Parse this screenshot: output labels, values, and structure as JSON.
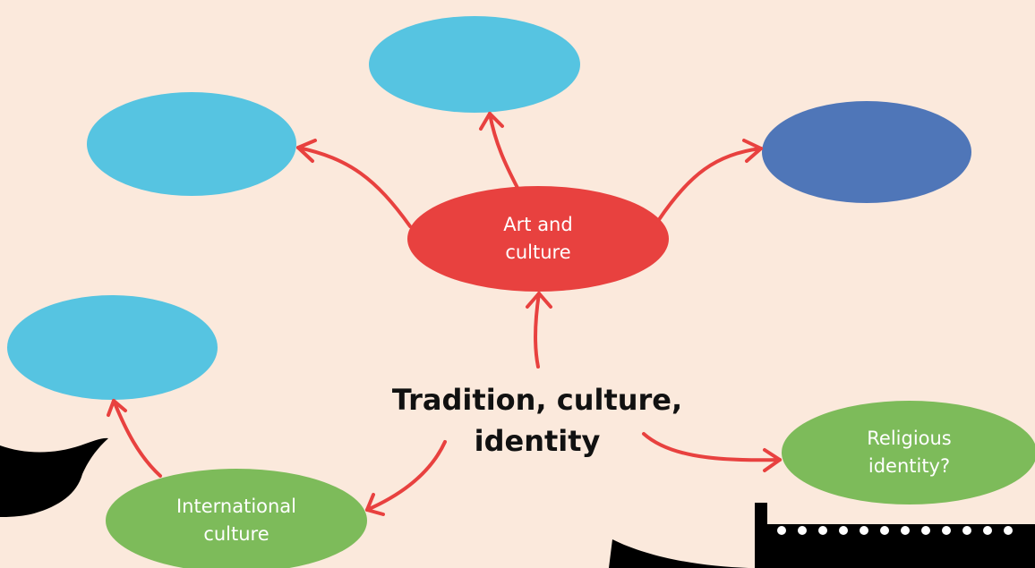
{
  "diagram": {
    "center_label": "Tradition, culture,\nidentity",
    "nodes": [
      {
        "id": "art-and-culture",
        "label": "Art and\nculture",
        "color": "#e8413f"
      },
      {
        "id": "top-center",
        "label": "",
        "color": "#56c4e1"
      },
      {
        "id": "top-left",
        "label": "",
        "color": "#56c4e1"
      },
      {
        "id": "top-right",
        "label": "",
        "color": "#4f76b8"
      },
      {
        "id": "left",
        "label": "",
        "color": "#56c4e1"
      },
      {
        "id": "international-culture",
        "label": "International\nculture",
        "color": "#7dbb5a"
      },
      {
        "id": "religious-identity",
        "label": "Religious\nidentity?",
        "color": "#7dbb5a"
      }
    ],
    "edges": [
      {
        "from": "center",
        "to": "art-and-culture"
      },
      {
        "from": "art-and-culture",
        "to": "top-left"
      },
      {
        "from": "art-and-culture",
        "to": "top-center"
      },
      {
        "from": "art-and-culture",
        "to": "top-right"
      },
      {
        "from": "center",
        "to": "international-culture"
      },
      {
        "from": "international-culture",
        "to": "left"
      },
      {
        "from": "center",
        "to": "religious-identity"
      }
    ],
    "arrow_color": "#e8413f"
  }
}
